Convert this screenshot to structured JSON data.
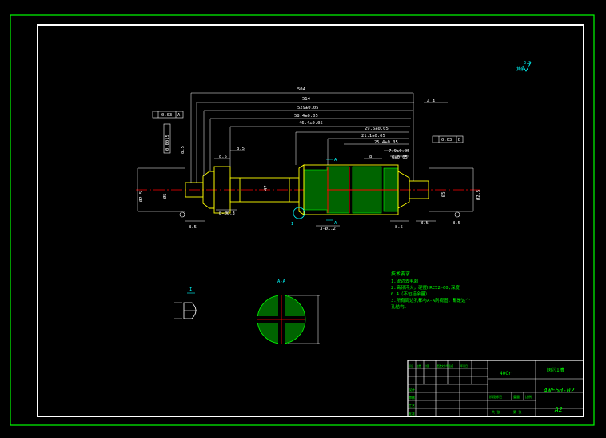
{
  "colors": {
    "background": "#000000",
    "outer_border": "#00ff00",
    "inner_border": "#ffffff",
    "outline": "#ffff00",
    "hatch": "#00ff00",
    "centerline": "#ff0000",
    "dimension": "#ffffff",
    "text": "#00ff00",
    "symbol": "#00ffff"
  },
  "roughness": {
    "value": "3.2",
    "prefix": "其余"
  },
  "dimensions": {
    "d504": "504",
    "d514": "514",
    "d529": "529±0.05",
    "d584": "58.4±0.05",
    "d464": "46.4±0.05",
    "d296": "29.6±0.05",
    "d211": "21.1±0.05",
    "d254": "25.4±0.05",
    "d79": "7.9±0.05",
    "d60": "6±0.05",
    "d44": "4.4",
    "d85a": "8.5",
    "d85b": "8.5",
    "d85c": "8.5",
    "d85d": "8.5",
    "d85e": "8.5",
    "d85f": "8.5",
    "d8": "8",
    "holes_left": "8-Ø0.3",
    "holes_right": "3-Ø1.2",
    "dia_left": "Ø5",
    "dia_left2": "Ø2.5",
    "dia_right": "Ø5",
    "dia_right2": "Ø2.5",
    "d8c": "8.5",
    "d47": "47"
  },
  "tolerances": {
    "flatness_left": "0.03",
    "datum_left": "A",
    "runout_right": "0.03",
    "datum_right": "B",
    "perp": "0.0015"
  },
  "section_labels": {
    "cut_top": "A",
    "cut_bottom": "A",
    "section_title": "A-A",
    "detail_mark": "I",
    "detail_title": "I"
  },
  "tech_requirements": {
    "title": "技术要求",
    "lines": [
      "1.锐边去毛刺",
      "2.高频淬火，硬度HRC52~60,深度",
      "0.4（不包括余量）",
      "3.所有周边孔都与A-A剖视图，都是这个",
      "孔结构。"
    ]
  },
  "title_block": {
    "material": "40Cr",
    "part_name": "阀芯1槽",
    "drawing_no": "4WE6H-02",
    "sheet_size": "A2",
    "headers": [
      "标记",
      "处数",
      "分区",
      "更改文件号",
      "签名",
      "年月日"
    ],
    "roles": [
      "设计",
      "审核",
      "工艺",
      "批准"
    ],
    "marks": [
      "阶段标记",
      "重量",
      "比例"
    ],
    "footer": [
      "共 张",
      "第 张"
    ]
  }
}
